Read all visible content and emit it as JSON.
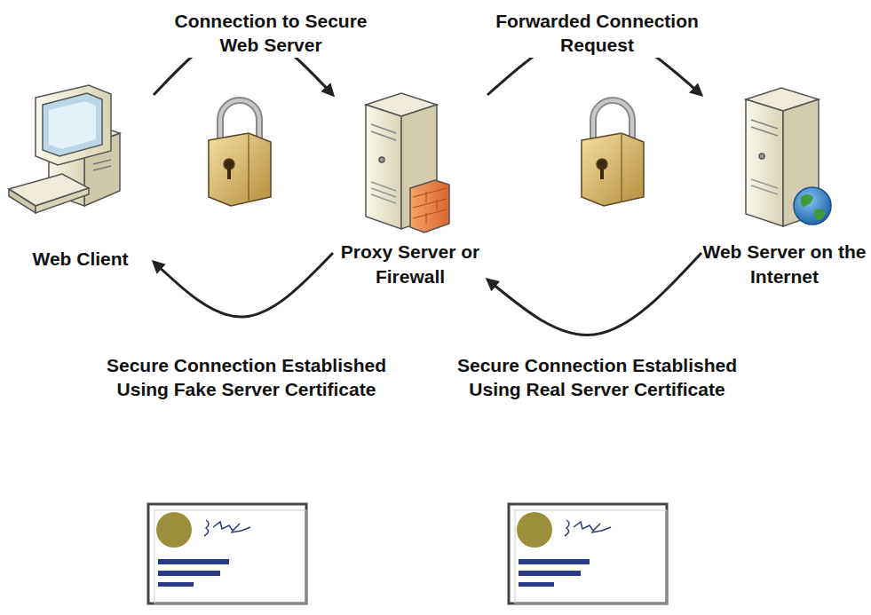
{
  "diagram": {
    "nodes": [
      {
        "text": [
          "Web Client"
        ]
      },
      {
        "text": [
          "Proxy Server or Firewall"
        ]
      },
      {
        "text": [
          "Web Server on the Internet"
        ]
      }
    ],
    "edges": [
      {
        "from": 0,
        "to": 1,
        "arrow": "to",
        "label": "Connection to Secure Web Server"
      },
      {
        "from": 1,
        "to": 2,
        "arrow": "to",
        "label": "Forwarded Connection Request"
      },
      {
        "from": 2,
        "to": 1,
        "arrow": "to",
        "label": "Secure Connection Established Using Real Server Certificate"
      },
      {
        "from": 1,
        "to": 0,
        "arrow": "to",
        "label": "Secure Connection Established Using Fake Server Certificate"
      }
    ]
  }
}
